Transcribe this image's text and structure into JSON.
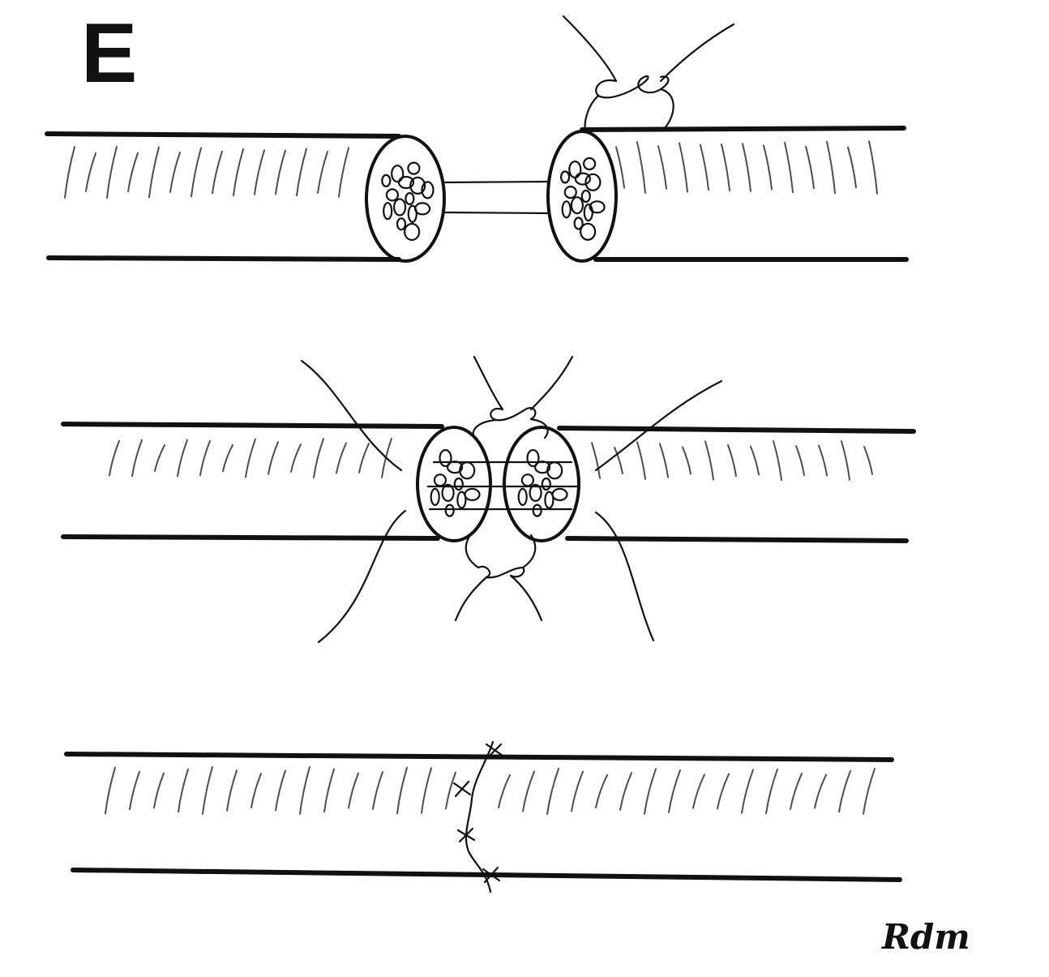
{
  "figure": {
    "panel_label": "E",
    "signature": "Rdm",
    "colors": {
      "ink": "#111111",
      "background": "#ffffff"
    },
    "icons": [
      "nerve-stump-left",
      "nerve-stump-right",
      "suture-knot",
      "fascicle-cross-section"
    ]
  }
}
